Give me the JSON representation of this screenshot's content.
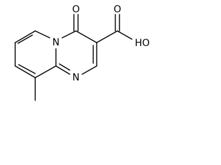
{
  "molecule": {
    "atoms": {
      "ketone_oxygen": "O",
      "ring_nitrogen": "N",
      "imine_nitrogen": "N",
      "carboxyl_hydroxyl": "HO",
      "carbonyl_oxygen": "O"
    },
    "bond_color": "#000000",
    "background_color": "#ffffff"
  }
}
